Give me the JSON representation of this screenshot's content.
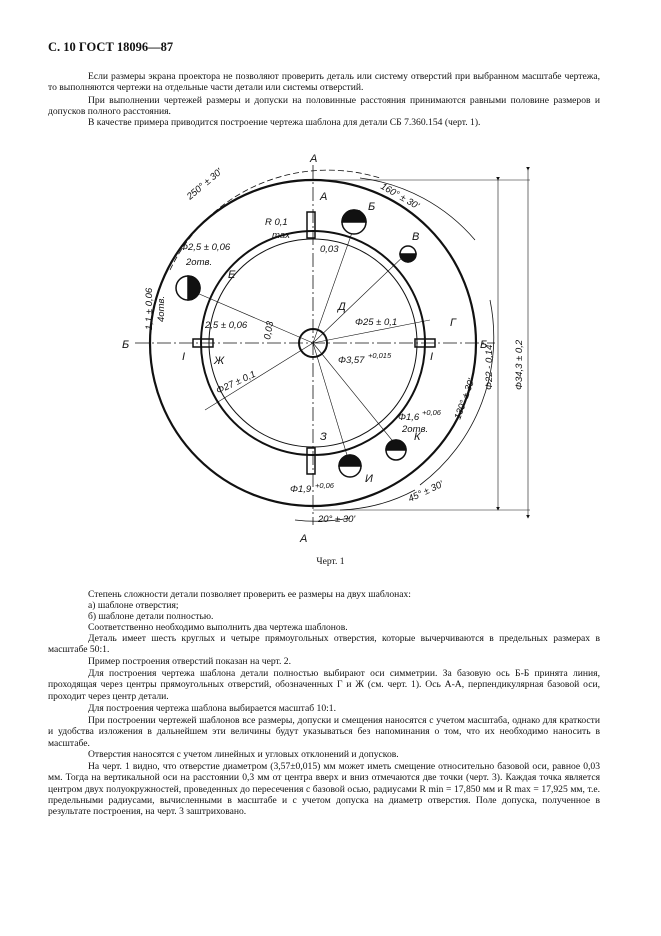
{
  "header": "С. 10 ГОСТ 18096—87",
  "intro": {
    "p1": "Если размеры экрана проектора не позволяют проверить деталь или систему отверстий при выбранном масштабе чертежа, то выполняются чертежи на отдельные части детали или системы отверстий.",
    "p2": "При выполнении чертежей размеры и допуски на половинные расстояния принимаются равными половине размеров и допусков полного расстояния.",
    "p3": "В качестве примера приводится построение чертежа шаблона для детали СБ 7.360.154 (черт. 1)."
  },
  "figure": {
    "caption": "Черт. 1",
    "labels": {
      "a_top": "А",
      "a_bottom": "А",
      "a_rect": "А",
      "b_left": "Б",
      "b_right": "Б",
      "b_hole": "Б",
      "v_hole": "В",
      "g_rect": "Г",
      "d_center": "Д",
      "e_hole": "Е",
      "zh_rect": "Ж",
      "z_rect": "З",
      "i_hole": "И",
      "k_hole": "К",
      "i_left": "I",
      "i_right": "I",
      "ang_250": "250° ± 30'",
      "ang_160": "160° ± 30'",
      "ang_130": "130° ± 30'",
      "ang_45": "45° ± 30'",
      "ang_20": "20° ± 30'",
      "r01": "R 0,1",
      "max": "max",
      "d003_top": "0,03",
      "d003_mid": "0,03",
      "d25": "Φ2,5 ± 0,06",
      "two_otv_e": "2отв.",
      "d11": "1,1 ± 0,06",
      "four_otv": "4отв.",
      "d2_5": "2,5 ± 0,06",
      "d25_big": "Φ25 ± 0,1",
      "d357": "Φ3,57",
      "d357_tol": "+0,015",
      "d27": "Φ27 ± 0,1",
      "d16": "Φ1,6",
      "d16_tol": "+0,06",
      "two_otv_k": "2отв.",
      "d19": "Φ1,9",
      "d19_tol": "+0,06",
      "d22": "Φ22 - 0,14",
      "d343": "Φ34,3 ± 0,2"
    }
  },
  "body": {
    "p1": "Степень сложности детали позволяет проверить ее размеры на двух шаблонах:",
    "l1": "а) шаблоне отверстия;",
    "l2": "б) шаблоне детали полностью.",
    "p2": "Соответственно необходимо выполнить два чертежа шаблонов.",
    "p3": "Деталь имеет шесть круглых и четыре прямоугольных отверстия, которые вычерчиваются в предельных размерах в масштабе 50:1.",
    "p4": "Пример построения отверстий показан на черт. 2.",
    "p5": "Для построения чертежа шаблона детали полностью выбирают оси симметрии. За базовую ось Б-Б принята линия, проходящая через центры прямоугольных отверстий, обозначенных Г и Ж (см. черт. 1). Ось А-А, перпендикулярная базовой оси, проходит через центр детали.",
    "p6": "Для построения чертежа шаблона выбирается масштаб 10:1.",
    "p7": "При построении чертежей шаблонов все размеры, допуски и смещения наносятся с учетом масштаба, однако для краткости и удобства изложения в дальнейшем эти величины будут указываться без напоминания о том, что их необходимо наносить в масштабе.",
    "p8": "Отверстия наносятся с учетом линейных и угловых отклонений и допусков.",
    "p9": "На черт. 1 видно, что отверстие диаметром (3,57±0,015) мм может иметь смещение относительно базовой оси, равное 0,03 мм. Тогда на вертикальной оси на расстоянии 0,3 мм от центра вверх и вниз отмечаются две точки (черт. 3). Каждая точка является центром двух полуокружностей, проведенных до пересечения с базовой осью, радиусами R min = 17,850 мм и R max = 17,925 мм, т.е. предельными радиусами, вычисленными в масштабе и с учетом допуска на диаметр отверстия. Поле допуска, полученное в результате построения, на черт. 3 заштриховано."
  }
}
